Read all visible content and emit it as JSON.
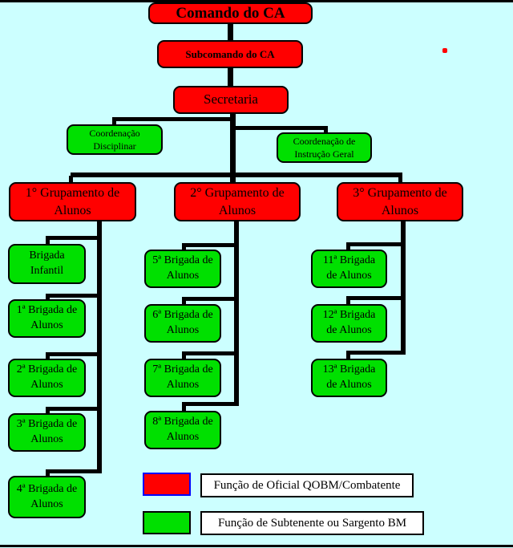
{
  "background_color": "#CCFFFF",
  "colors": {
    "box_red": "#FF0000",
    "box_green": "#00E000",
    "connector": "#000000",
    "legend_red_swatch_border": "#0000FF",
    "legend_green_swatch_border": "#000000"
  },
  "nodes": {
    "comando": "Comando do CA",
    "subcomando": "Subcomando do CA",
    "secretaria": "Secretaria",
    "coordenacao_disciplinar": "Coordenação Disciplinar",
    "coordenacao_instrucao": "Coordenação de Instrução Geral",
    "grupamento_1": "1° Grupamento de Alunos",
    "grupamento_2": "2° Grupamento de Alunos",
    "grupamento_3": "3° Grupamento de Alunos",
    "brigada_infantil": "Brigada Infantil",
    "brigada_1": "1ª Brigada de Alunos",
    "brigada_2": "2ª Brigada de Alunos",
    "brigada_3": "3ª Brigada de Alunos",
    "brigada_4": "4ª Brigada de Alunos",
    "brigada_5": "5ª Brigada de Alunos",
    "brigada_6": "6ª Brigada de Alunos",
    "brigada_7": "7ª Brigada de Alunos",
    "brigada_8": "8ª Brigada de Alunos",
    "brigada_11": "11ª Brigada de Alunos",
    "brigada_12": "12ª Brigada de Alunos",
    "brigada_13": "13ª Brigada de Alunos"
  },
  "legend": {
    "red_label": "Função de Oficial QOBM/Combatente",
    "green_label": "Função de Subtenente ou Sargento BM"
  }
}
